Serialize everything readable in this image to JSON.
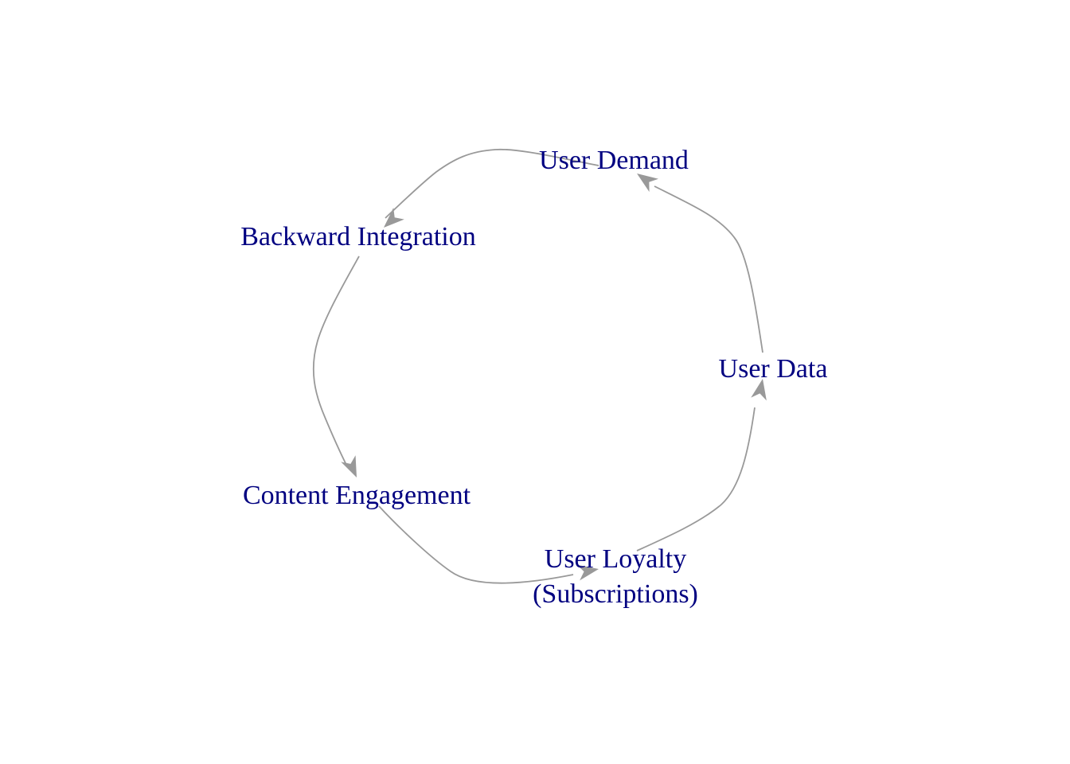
{
  "diagram": {
    "type": "cycle",
    "colors": {
      "label": "#000080",
      "edge": "#999999",
      "background": "#ffffff"
    },
    "nodes": [
      {
        "id": "user-demand",
        "lines": [
          "User Demand"
        ]
      },
      {
        "id": "backward-integration",
        "lines": [
          "Backward Integration"
        ]
      },
      {
        "id": "content-engagement",
        "lines": [
          "Content Engagement"
        ]
      },
      {
        "id": "user-loyalty",
        "lines": [
          "User Loyalty",
          "(Subscriptions)"
        ]
      },
      {
        "id": "user-data",
        "lines": [
          "User Data"
        ]
      }
    ],
    "edges": [
      {
        "from": "user-demand",
        "to": "backward-integration"
      },
      {
        "from": "backward-integration",
        "to": "content-engagement"
      },
      {
        "from": "content-engagement",
        "to": "user-loyalty"
      },
      {
        "from": "user-loyalty",
        "to": "user-data"
      },
      {
        "from": "user-data",
        "to": "user-demand"
      }
    ]
  }
}
